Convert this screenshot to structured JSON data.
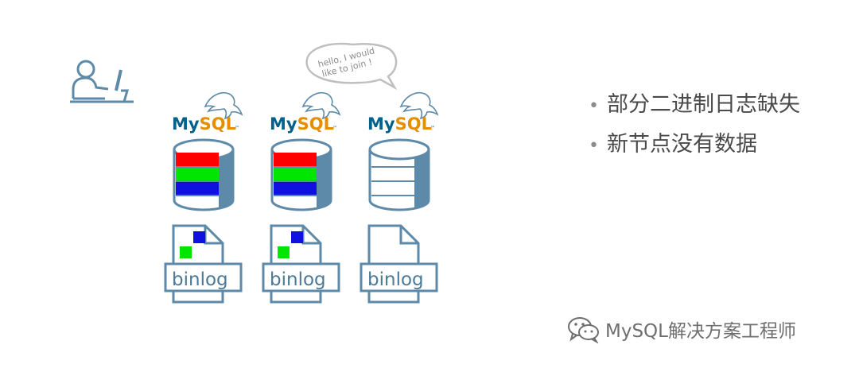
{
  "mysql_logo": {
    "my": "My",
    "sql": "SQL",
    "tm": "™"
  },
  "binlog_label": "binlog",
  "speech_bubble": {
    "line1": "hello, I would",
    "line2": "like to join !"
  },
  "bullets": [
    "部分二进制日志缺失",
    "新节点没有数据"
  ],
  "watermark": "MySQL解决方案工程师",
  "colors": {
    "accent": "#5d8aa8",
    "db_red": "#ff0000",
    "db_green": "#00e600",
    "db_blue": "#1010e0",
    "mysql_orange": "#e48e00",
    "mysql_blue": "#00618a"
  },
  "icons": [
    "user-at-computer-icon",
    "dolphin-icon",
    "database-icon",
    "binlog-file-icon",
    "wechat-icon"
  ]
}
